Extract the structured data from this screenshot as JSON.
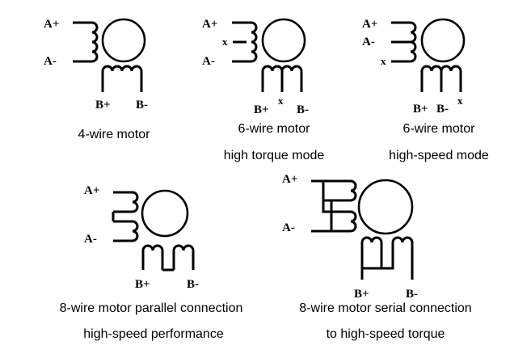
{
  "diagrams": [
    {
      "terminals": [
        "A+",
        "A-",
        "B+",
        "B-"
      ],
      "caption": [
        "4-wire motor"
      ]
    },
    {
      "terminals": [
        "A+",
        "A-",
        "B+",
        "B-"
      ],
      "center_tap_mark": "x",
      "caption": [
        "6-wire motor",
        "high torque mode"
      ]
    },
    {
      "terminals": [
        "A+",
        "A-",
        "B+",
        "B-"
      ],
      "center_tap_mark": "x",
      "caption": [
        "6-wire motor",
        "high-speed mode"
      ]
    },
    {
      "terminals": [
        "A+",
        "A-",
        "B+",
        "B-"
      ],
      "caption": [
        "8-wire motor parallel connection",
        "high-speed performance"
      ]
    },
    {
      "terminals": [
        "A+",
        "A-",
        "B+",
        "B-"
      ],
      "caption": [
        "8-wire motor serial connection",
        "to high-speed torque"
      ]
    }
  ]
}
